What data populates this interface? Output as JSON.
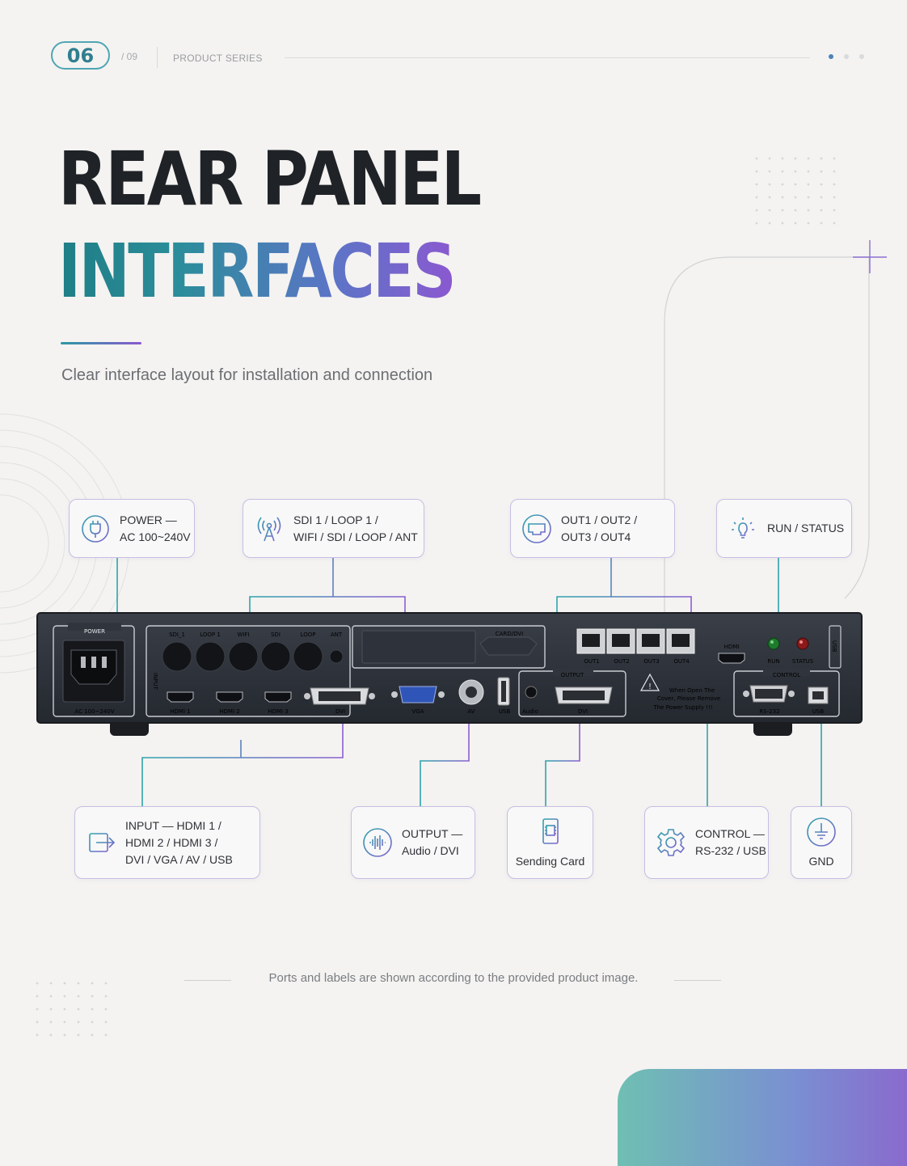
{
  "header": {
    "page_number": "06",
    "page_total": "/ 09",
    "series_label": "PRODUCT SERIES"
  },
  "title": {
    "line1": "REAR PANEL",
    "line2": "INTERFACES",
    "subtitle": "Clear interface layout for installation and connection"
  },
  "callouts_top": [
    {
      "icon": "power-plug-icon",
      "text": "POWER —\nAC 100~240V"
    },
    {
      "icon": "antenna-icon",
      "text": "SDI 1 / LOOP 1 /\nWIFI / SDI / LOOP / ANT"
    },
    {
      "icon": "ethernet-icon",
      "text": "OUT1 / OUT2 /\nOUT3 / OUT4"
    },
    {
      "icon": "lightbulb-icon",
      "text": "RUN / STATUS"
    }
  ],
  "callouts_bottom": [
    {
      "icon": "input-arrow-icon",
      "text": "INPUT — HDMI 1 /\nHDMI 2 / HDMI 3 /\nDVI / VGA / AV / USB"
    },
    {
      "icon": "audio-wave-icon",
      "text": "OUTPUT —\nAudio / DVI"
    },
    {
      "icon": "card-chip-icon",
      "text": "Sending Card"
    },
    {
      "icon": "gear-icon",
      "text": "CONTROL —\nRS-232 / USB"
    },
    {
      "icon": "ground-icon",
      "text": "GND"
    }
  ],
  "device": {
    "power_title": "POWER",
    "power_rating": "AC 100~240V",
    "input_side": "INPUT",
    "top_ports": [
      "SDI_1",
      "LOOP 1",
      "WIFI",
      "SDI",
      "LOOP",
      "ANT"
    ],
    "card_label": "CARD/DVI",
    "rj45_ports": [
      "OUT1",
      "OUT2",
      "OUT3",
      "OUT4"
    ],
    "hdmi_label": "HDMI",
    "leds": [
      "RUN",
      "STATUS"
    ],
    "side_label": "USB",
    "bottom_ports": [
      "HDMI 1",
      "HDMI 2",
      "HDMI 3",
      "DVI",
      "VGA",
      "AV",
      "USB"
    ],
    "output_title": "OUTPUT",
    "output_ports": [
      "Audio",
      "DVI"
    ],
    "warning_text": "When Open The\nCover, Please Remove\nThe Power Supply !!!",
    "control_title": "CONTROL",
    "control_ports": [
      "RS-232",
      "USB"
    ]
  },
  "footer": {
    "note": "Ports and labels are shown according to the provided product image."
  },
  "colors": {
    "accent_teal": "#2a9aa3",
    "accent_purple": "#8b58d0",
    "connector_line": "#8a6fd0",
    "device_body": "#2b3038"
  }
}
